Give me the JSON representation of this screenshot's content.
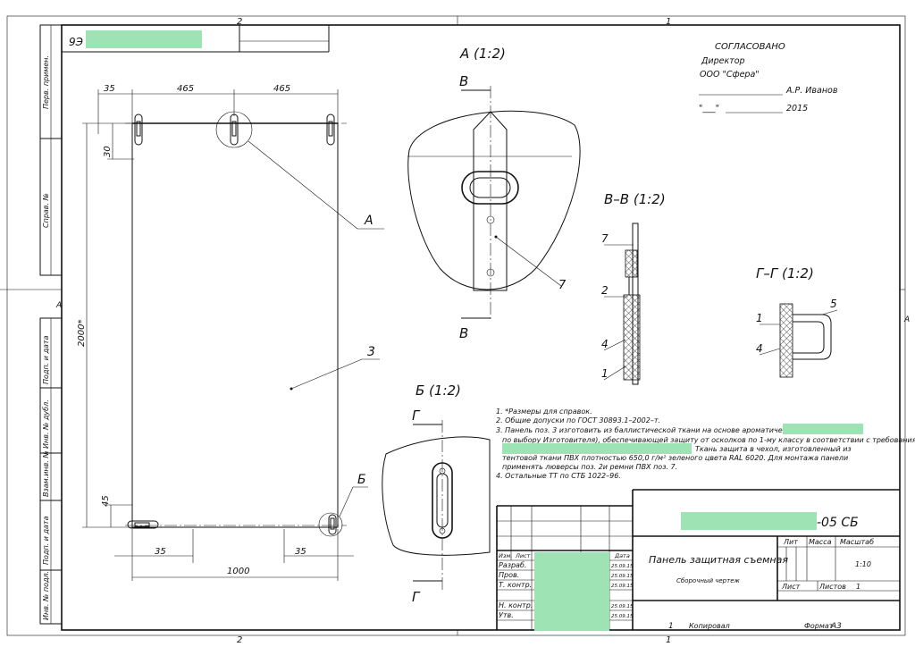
{
  "sheet": {
    "top_zone_left": "2",
    "top_zone_right": "1",
    "bottom_zone_left": "2",
    "bottom_zone_right": "1",
    "zone_a_left": "A",
    "zone_a_right": "A",
    "top_designation": "9Э",
    "copied_label": "Копировал",
    "format_label": "Формат",
    "format_value": "А3"
  },
  "side_stamp": {
    "perv_primen": "Перв. примен.",
    "sprav": "Справ. №",
    "podp_data_1": "Подп. и дата",
    "inv_dubl": "Инв. № дубл.",
    "vzam_inv": "Взам.инв. №",
    "podp_data_2": "Подп. и дата",
    "inv_podl": "Инв. № подл."
  },
  "approval": {
    "title": "СОГЛАСОВАНО",
    "position": "Директор",
    "company": "ООО \"Сфера\"",
    "name": "А.Р. Иванов",
    "date_quote": "\"___\"",
    "year": "2015"
  },
  "main_view": {
    "dim_35_left": "35",
    "dim_465_a": "465",
    "dim_465_b": "465",
    "dim_30": "30",
    "dim_2000": "2000*",
    "dim_45": "45",
    "dim_35_bottom_left": "35",
    "dim_35_bottom_right": "35",
    "dim_1000": "1000",
    "callout_a": "А",
    "callout_3": "3",
    "callout_b": "Б"
  },
  "view_a": {
    "title": "А (1:2)",
    "section_mark_top": "В",
    "section_mark_bottom": "В",
    "callout_7": "7"
  },
  "view_vv": {
    "title": "В–В (1:2)",
    "c7": "7",
    "c2": "2",
    "c4": "4",
    "c1": "1"
  },
  "view_gg": {
    "title": "Г–Г (1:2)",
    "c1": "1",
    "c5": "5",
    "c4": "4"
  },
  "view_b": {
    "title": "Б (1:2)",
    "section_mark_top": "Г",
    "section_mark_bottom": "Г"
  },
  "notes": [
    "1. *Размеры для справок.",
    "2. Общие допуски по ГОСТ 30893.1–2002–т.",
    "3. Панель поз. 3 изготовить из баллистической ткани на основе ароматических полиамидов",
    "по выбору Изготовителя), обеспечивающей защиту от осколков по 1-му классу в соответствии с требованиями",
    "Ткань защита в чехол, изготовленный из",
    "тентовой ткани ПВХ плотностью 650,0 г/м² зеленого цвета RAL 6020. Для монтажа панели",
    "применять люверсы поз. 2и ремни ПВХ поз. 7.",
    "4. Остальные ТТ по СТБ 1022–96."
  ],
  "title_block": {
    "designation_suffix": "-05 СБ",
    "name": "Панель защитная съемная",
    "doc_type": "Сборочный чертеж",
    "lit_label": "Лит",
    "mass_label": "Масса",
    "scale_label": "Масштаб",
    "scale_value": "1:10",
    "sheet_label": "Лист",
    "sheets_label": "Листов",
    "sheets_value": "1",
    "row_izm": "Изм.",
    "row_list": "Лист",
    "row_data": "Дата",
    "row_razrab": "Разраб.",
    "row_prov": "Пров.",
    "row_tkontr": "Т. контр.",
    "row_nkontr": "Н. контр.",
    "row_utv": "Утв.",
    "date_1": "25.09.15",
    "date_2": "25.09.15",
    "date_3": "25.09.15",
    "date_4": "25.09.15",
    "date_5": "25.09.15"
  }
}
